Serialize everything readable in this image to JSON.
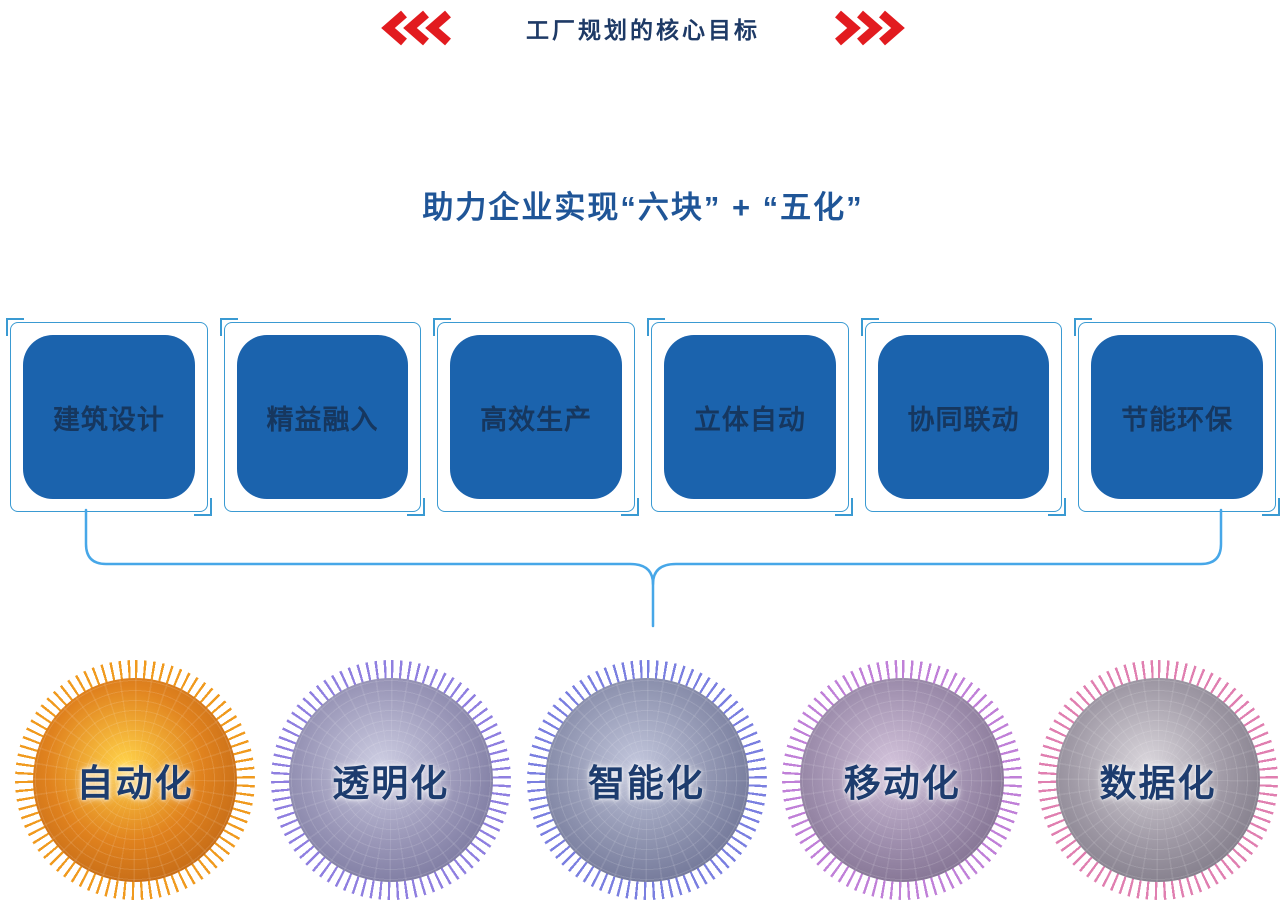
{
  "header": {
    "title": "工厂规划的核心目标",
    "left_icon": "triple-chevron-left",
    "right_icon": "triple-chevron-right"
  },
  "subtitle": "助力企业实现“六块” + “五化”",
  "boxes": {
    "items": [
      {
        "label": "建筑设计"
      },
      {
        "label": "精益融入"
      },
      {
        "label": "高效生产"
      },
      {
        "label": "立体自动"
      },
      {
        "label": "协同联动"
      },
      {
        "label": "节能环保"
      }
    ]
  },
  "spheres": {
    "items": [
      {
        "label": "自动化",
        "core_color": "#e0821e",
        "spike_color": "#f09a1e"
      },
      {
        "label": "透明化",
        "core_color": "#9a97b8",
        "spike_color": "#8f7fe0"
      },
      {
        "label": "智能化",
        "core_color": "#8f94b0",
        "spike_color": "#7a7fe0"
      },
      {
        "label": "移动化",
        "core_color": "#9f8fae",
        "spike_color": "#c080d8"
      },
      {
        "label": "数据化",
        "core_color": "#a09aa6",
        "spike_color": "#e07fb0"
      }
    ]
  },
  "colors": {
    "title_text": "#1e3a66",
    "chevron_red": "#e21b1f",
    "subtitle_blue": "#1f5597",
    "box_fill": "#1b63ad",
    "box_text": "#16375f",
    "frame_blue": "#3a9ad2",
    "brace_blue": "#47a7e8"
  }
}
